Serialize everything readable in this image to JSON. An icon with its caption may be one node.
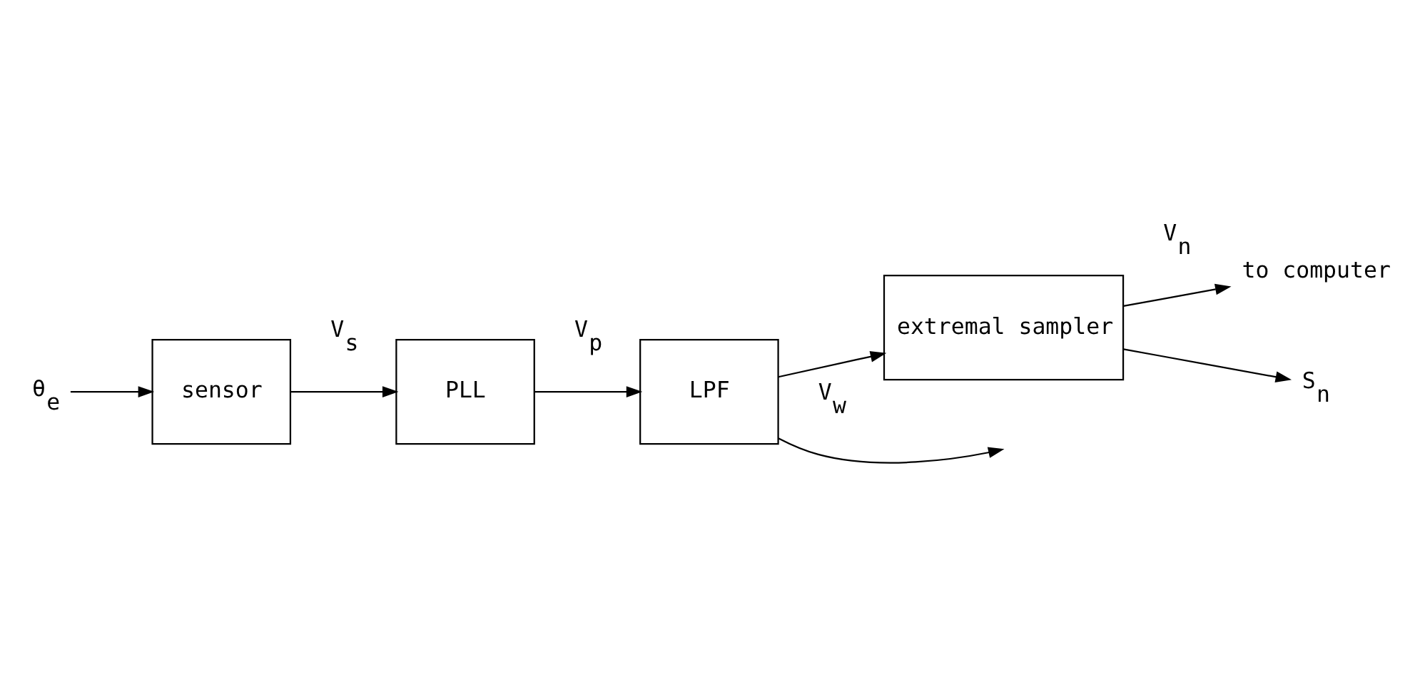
{
  "diagram": {
    "nodes": [
      {
        "text": [
          "θ$_{e}$"
        ]
      },
      {
        "text": [
          "sensor"
        ]
      },
      {
        "text": [
          "PLL"
        ]
      },
      {
        "text": [
          "LPF"
        ]
      },
      {
        "text": [
          "extremal sampler"
        ]
      },
      {
        "text": [
          "to computer"
        ]
      },
      {
        "text": [
          "S$_{n}$"
        ]
      }
    ],
    "edges": [
      {
        "from": 0,
        "to": 1,
        "arrow": "to"
      },
      {
        "from": 1,
        "to": 2,
        "arrow": "to",
        "label": "V$_{s}$"
      },
      {
        "from": 2,
        "to": 3,
        "arrow": "to",
        "label": "V$_{p}$"
      },
      {
        "from": 3,
        "to": null,
        "arrow": "to",
        "label": "V$_{w}$"
      },
      {
        "from": 3,
        "to": 4,
        "arrow": "to"
      },
      {
        "from": 4,
        "to": 5,
        "arrow": "to",
        "label": "V$_{n}$"
      },
      {
        "from": 4,
        "to": 6,
        "arrow": "to"
      }
    ]
  }
}
